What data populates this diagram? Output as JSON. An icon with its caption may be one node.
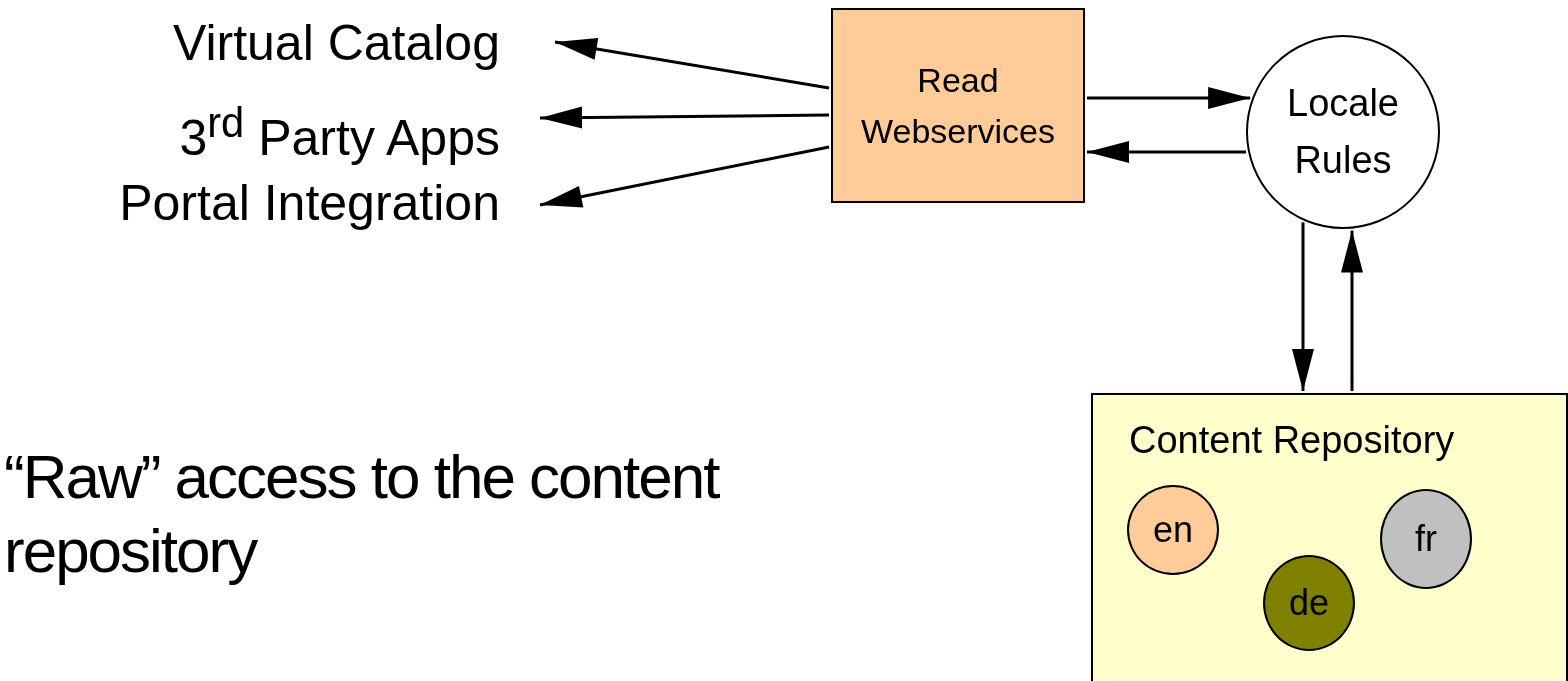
{
  "diagram": {
    "nodes": [
      {
        "text": [
          "Virtual Catalog"
        ]
      },
      {
        "text": [
          "3$^{rd}$ Party Apps"
        ]
      },
      {
        "text": [
          "Portal Integration"
        ]
      },
      {
        "text": [
          "Read Webservices"
        ]
      },
      {
        "text": [
          "Locale Rules"
        ]
      },
      {
        "text": [
          "Content Repository"
        ]
      },
      {
        "text": [
          "en"
        ],
        "in": 5
      },
      {
        "text": [
          "fr"
        ],
        "in": 5
      },
      {
        "text": [
          "de"
        ],
        "in": 5
      }
    ],
    "edges": [
      {
        "from": 3,
        "to": 0,
        "arrow": "to"
      },
      {
        "from": 3,
        "to": 1,
        "arrow": "to"
      },
      {
        "from": 3,
        "to": 2,
        "arrow": "to"
      },
      {
        "from": 3,
        "to": 4,
        "arrow": "to"
      },
      {
        "from": 4,
        "to": 3,
        "arrow": "to"
      },
      {
        "from": 4,
        "to": 5,
        "arrow": "to"
      },
      {
        "from": 5,
        "to": 4,
        "arrow": "to"
      }
    ],
    "labels": [
      "“Raw” access to the content repository"
    ]
  }
}
